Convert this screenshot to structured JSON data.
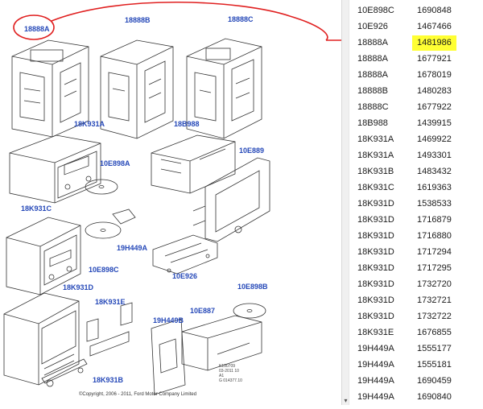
{
  "callouts": {
    "top_left": "18888A",
    "top_mid": "18888B",
    "top_right": "18888C",
    "r2_left": "18K931A",
    "r2_mid": "18B988",
    "disc_a": "10E898A",
    "r2_right": "10E889",
    "r3_left": "18K931C",
    "r3_mid": "19H449A",
    "disc_c": "10E898C",
    "bracket": "10E926",
    "r4_left": "18K931D",
    "r4_mid": "18K931E",
    "disc_b": "10E898B",
    "r4_box": "10E887",
    "r4_card": "19H449B",
    "bottom_left": "18K931B"
  },
  "ref_codes": [
    "K190709",
    "03-2011 10",
    "A1",
    "G 014377.10"
  ],
  "copyright": "©Copyright, 2006 - 2011, Ford Motor Company Limited",
  "parts_table": [
    {
      "part": "10E898C",
      "number": "1690848"
    },
    {
      "part": "10E926",
      "number": "1467466"
    },
    {
      "part": "18888A",
      "number": "1481986",
      "highlight": true
    },
    {
      "part": "18888A",
      "number": "1677921"
    },
    {
      "part": "18888A",
      "number": "1678019"
    },
    {
      "part": "18888B",
      "number": "1480283"
    },
    {
      "part": "18888C",
      "number": "1677922"
    },
    {
      "part": "18B988",
      "number": "1439915"
    },
    {
      "part": "18K931A",
      "number": "1469922"
    },
    {
      "part": "18K931A",
      "number": "1493301"
    },
    {
      "part": "18K931B",
      "number": "1483432"
    },
    {
      "part": "18K931C",
      "number": "1619363"
    },
    {
      "part": "18K931D",
      "number": "1538533"
    },
    {
      "part": "18K931D",
      "number": "1716879"
    },
    {
      "part": "18K931D",
      "number": "1716880"
    },
    {
      "part": "18K931D",
      "number": "1717294"
    },
    {
      "part": "18K931D",
      "number": "1717295"
    },
    {
      "part": "18K931D",
      "number": "1732720"
    },
    {
      "part": "18K931D",
      "number": "1732721"
    },
    {
      "part": "18K931D",
      "number": "1732722"
    },
    {
      "part": "18K931E",
      "number": "1676855"
    },
    {
      "part": "19H449A",
      "number": "1555177"
    },
    {
      "part": "19H449A",
      "number": "1555181"
    },
    {
      "part": "19H449A",
      "number": "1690459"
    },
    {
      "part": "19H449A",
      "number": "1690840"
    }
  ],
  "colors": {
    "callout_blue": "#2548b8",
    "annotation_red": "#e02020",
    "highlight_yellow": "#ffff33"
  },
  "icons": {
    "scroll_down": "▾"
  }
}
